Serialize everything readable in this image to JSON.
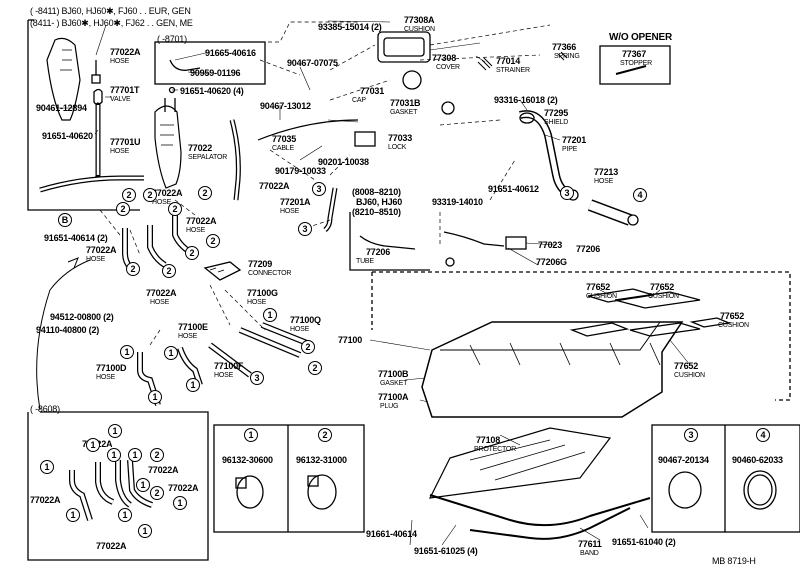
{
  "header": {
    "line1": "(        -8411)  BJ60, HJ60✱, FJ60 . . EUR, GEN",
    "line2": "(8411-        )  BJ60✱, HJ60✱, FJ62 . . GEN, ME",
    "sub_8701": "(        -8701)",
    "sub_8608": "(        -8608)",
    "range_8008": "(8008–8210)",
    "range_models": "BJ60, HJ60",
    "range_8210": "(8210–8510)"
  },
  "circles": {
    "c1": "1",
    "c2": "2",
    "c3": "3",
    "c4": "4",
    "cB": "B"
  },
  "parts": {
    "p77022A_hose": "77022A",
    "hose": "HOSE",
    "p77701T": "77701T",
    "valve": "VALVE",
    "p90461_12894": "90461-12894",
    "p91651_40620": "91651-40620",
    "p77701U": "77701U",
    "p91665_40616": "91665-40616",
    "p90959_01196": "90959-01196",
    "p91651_40620b": "91651-40620 (4)",
    "p90467_07075": "90467-07075",
    "p90467_13012": "90467-13012",
    "p93385_15014": "93385-15014 (2)",
    "p77308A": "77308A",
    "cushion": "CUSHION",
    "p77308": "77308",
    "cover": "COVER",
    "p77014": "77014",
    "strainer": "STRAINER",
    "p77366": "77366",
    "spring": "SPRING",
    "wo_opener": "W/O OPENER",
    "p77367": "77367",
    "stopper": "STOPPER",
    "p77031": "77031",
    "cap": "CAP",
    "p77031B": "77031B",
    "gasket": "GASKET",
    "p93316_16018": "93316-16018 (2)",
    "p77295": "77295",
    "shield": "SHIELD",
    "p77035": "77035",
    "cable": "CABLE",
    "p77033": "77033",
    "lock": "LOCK",
    "p90201_10038": "90201-10038",
    "p90179_10033": "90179-10033",
    "p77201": "77201",
    "pipe": "PIPE",
    "p77022": "77022",
    "sepalator": "SEPALATOR",
    "p77022A": "77022A",
    "p91651_40612": "91651-40612",
    "p77213": "77213",
    "p77201A": "77201A",
    "p93319_14010": "93319-14010",
    "p91651_40614": "91651-40614 (2)",
    "p77206": "77206",
    "tube": "TUBE",
    "p77023": "77023",
    "p77206G": "77206G",
    "p77209": "77209",
    "connector": "CONNECTOR",
    "p77100G": "77100G",
    "p77652": "77652",
    "p94512_00800": "94512-00800 (2)",
    "p94110_40800": "94110-40800 (2)",
    "p77100E": "77100E",
    "p77100Q": "77100Q",
    "p77100": "77100",
    "p77100D": "77100D",
    "p77100F": "77100F",
    "p77100B": "77100B",
    "p77100A": "77100A",
    "plug": "PLUG",
    "p96132_30600": "96132-30600",
    "p96132_31000": "96132-31000",
    "p77108": "77108",
    "protector": "PROTECTOR",
    "p90467_20134": "90467-20134",
    "p90460_62033": "90460-62033",
    "p91661_40614": "91661-40614",
    "p91651_61025": "91651-61025 (4)",
    "p77611": "77611",
    "band": "BAND",
    "p91651_61040": "91651-61040 (2)"
  },
  "footer": {
    "ref": "MB  8719-H"
  }
}
